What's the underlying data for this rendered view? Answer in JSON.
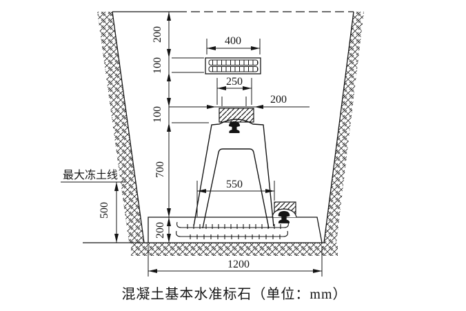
{
  "figure": {
    "caption": "混凝土基本水准标石（单位：mm）",
    "frost_line_label": "最大冻土线",
    "dims": {
      "depth_ground_to_cover": "200",
      "cover_height": "100",
      "cover_width": "400",
      "cap_width": "250",
      "cap_height": "100",
      "head_clearance": "200",
      "pillar_height": "700",
      "pillar_base_width": "550",
      "frost_depth_below": "500",
      "base_thickness": "200",
      "base_width": "1200"
    }
  }
}
